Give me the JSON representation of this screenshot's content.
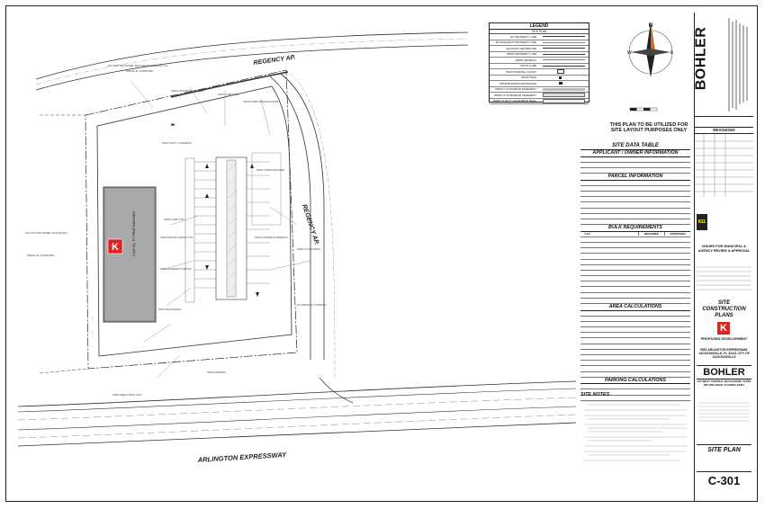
{
  "streets": {
    "north": "REGENCY AP.",
    "east": "REGENCY AP.",
    "south": "ARLINGTON EXPRESSWAY"
  },
  "building": {
    "brand_letter": "K"
  },
  "legend": {
    "title": "LEGEND",
    "subtitle": "SITE PLAN",
    "items": [
      "EX PROPERTY LINE",
      "EX ADJACENT PROPERTY LINE",
      "EX ROAD CENTERLINE",
      "PROP PROPERTY LINE",
      "PROP SETBACK",
      "PROP CURB",
      "PROP PARKING COUNT",
      "PROP SIGN",
      "PROP BUILDING ENTRANCE",
      "PROP H CONCRETE PAVEMENT",
      "PROP LT CONCRETE PAVEMENT",
      "PROP LT DUTY CONCRETE TRAIL"
    ]
  },
  "compass": {
    "n": "N",
    "e": "E",
    "w": "W"
  },
  "plan_note": "THIS PLAN TO BE UTILIZED FOR SITE LAYOUT PURPOSES ONLY",
  "site_data": {
    "title": "SITE DATA TABLE",
    "applicant": "APPLICANT / OWNER INFORMATION",
    "parcel": "PARCEL INFORMATION",
    "bulk": "BULK REQUIREMENTS",
    "bulk_cols": [
      "ITEM",
      "REQUIRED",
      "PROPOSED"
    ],
    "area": "AREA CALCULATIONS",
    "parking": "PARKING CALCULATIONS"
  },
  "site_notes": {
    "title": "SITE NOTES"
  },
  "titleblock": {
    "revisions": "REVISIONS",
    "issued": "ISSUED FOR MUNICIPAL & AGENCY REVIEW & APPROVAL",
    "drawing_title": "SITE CONSTRUCTION PLANS",
    "proposed": "PROPOSED DEVELOPMENT",
    "address": "5501 ARLINGTON EXPRESSWAY JACKSONVILLE, FL 32211 CITY OF JACKSONVILLE",
    "brand": "BOHLER",
    "office": "125 WEST CENTRAL BOULEVARD, SUITE 800 ORLANDO, FLORIDA 32801",
    "sheet_title": "SITE PLAN",
    "sheet_number": "C-301"
  }
}
